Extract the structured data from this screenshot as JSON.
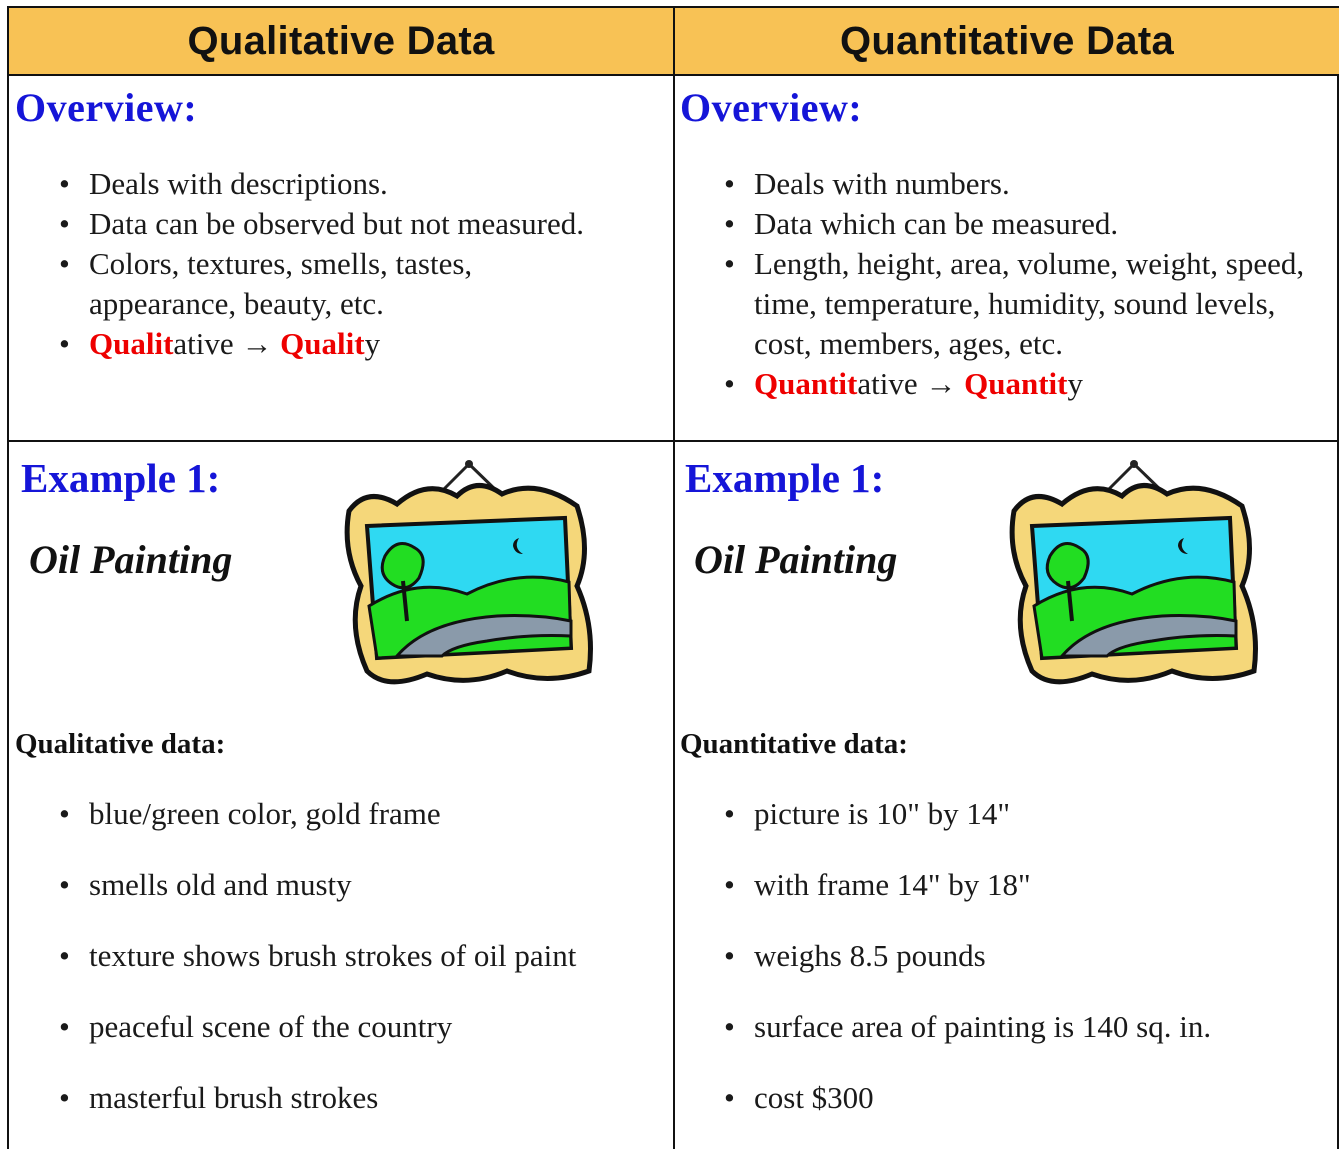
{
  "left": {
    "header": "Qualitative Data",
    "overview_title": "Overview:",
    "overview_items": [
      "Deals with descriptions.",
      "Data can be observed but not measured.",
      "Colors, textures, smells, tastes, appearance, beauty, etc."
    ],
    "mapping": {
      "term_bold": "Qualit",
      "term_rest": "ative",
      "arrow": "→",
      "result_bold": "Qualit",
      "result_rest": "y"
    },
    "example_title": "Example 1:",
    "example_subject": "Oil Painting",
    "data_title": "Qualitative data:",
    "data_items": [
      "blue/green color, gold frame",
      "smells old and musty",
      "texture shows brush strokes of oil paint",
      "peaceful scene of the country",
      "masterful brush strokes"
    ]
  },
  "right": {
    "header": "Quantitative Data",
    "overview_title": "Overview:",
    "overview_items": [
      "Deals with numbers.",
      "Data which can be measured.",
      "Length, height, area, volume, weight, speed, time, temperature, humidity, sound levels, cost, members, ages, etc."
    ],
    "mapping": {
      "term_bold": "Quantit",
      "term_rest": "ative",
      "arrow": "→",
      "result_bold": "Quantit",
      "result_rest": "y"
    },
    "example_title": "Example 1:",
    "example_subject": "Oil Painting",
    "data_title": "Quantitative data:",
    "data_items": [
      "picture is 10\" by 14\"",
      "with frame 14\" by 18\"",
      "weighs 8.5 pounds",
      "surface area of painting is 140 sq. in.",
      "cost $300"
    ]
  },
  "illustration": {
    "icon": "framed-landscape-painting-icon",
    "colors": {
      "frame": "#f5d77a",
      "sky": "#2fd9f2",
      "grass": "#22dd22",
      "road": "#8a9aaa"
    }
  }
}
